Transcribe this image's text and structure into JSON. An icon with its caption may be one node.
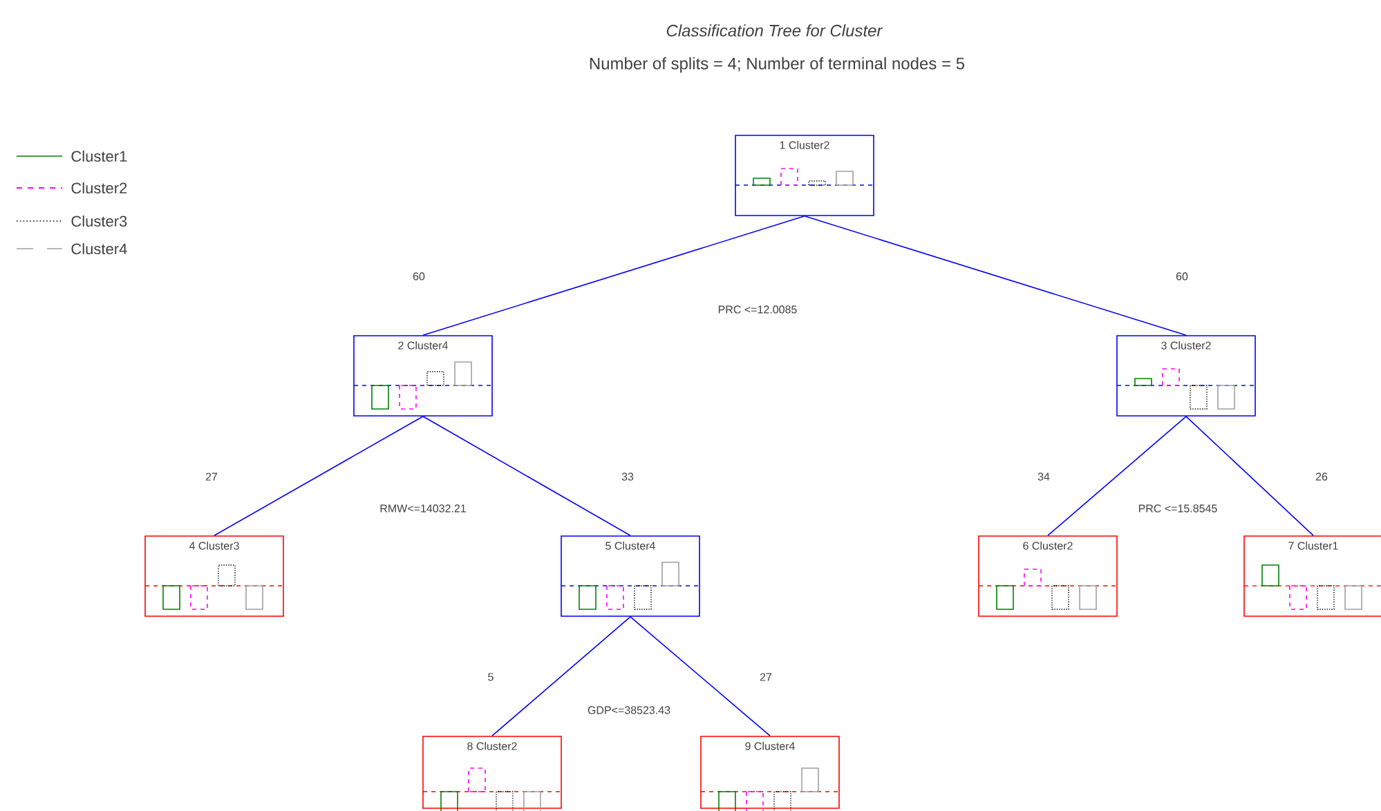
{
  "diagram": {
    "title": "Classification Tree for Cluster",
    "caption": "Number of splits = 4; Number of terminal nodes = 5",
    "nodes": [
      {
        "text": [
          "1 Cluster2"
        ]
      },
      {
        "text": [
          "2 Cluster4"
        ]
      },
      {
        "text": [
          "3 Cluster2"
        ]
      },
      {
        "text": [
          "4 Cluster3"
        ]
      },
      {
        "text": [
          "5 Cluster4"
        ]
      },
      {
        "text": [
          "6 Cluster2"
        ]
      },
      {
        "text": [
          "7 Cluster1"
        ]
      },
      {
        "text": [
          "8 Cluster2"
        ]
      },
      {
        "text": [
          "9 Cluster4"
        ]
      }
    ],
    "edges": [
      {
        "from": 0,
        "to": 1,
        "arrow": "none",
        "label": "60"
      },
      {
        "from": 0,
        "to": 2,
        "arrow": "none",
        "label": "60"
      },
      {
        "from": 1,
        "to": 3,
        "arrow": "none",
        "label": "27"
      },
      {
        "from": 1,
        "to": 4,
        "arrow": "none",
        "label": "33"
      },
      {
        "from": 2,
        "to": 5,
        "arrow": "none",
        "label": "34"
      },
      {
        "from": 2,
        "to": 6,
        "arrow": "none",
        "label": "26"
      },
      {
        "from": 4,
        "to": 7,
        "arrow": "none",
        "label": "5"
      },
      {
        "from": 4,
        "to": 8,
        "arrow": "none",
        "label": "27"
      }
    ],
    "labels": [
      "PRC <=12.0085",
      "RMW<=14032.21",
      "PRC <=15.8545",
      "GDP<=38523.43"
    ],
    "legend": [
      {
        "text": "Cluster1"
      },
      {
        "text": "Cluster2"
      },
      {
        "text": "Cluster3"
      },
      {
        "text": "Cluster4"
      }
    ]
  }
}
